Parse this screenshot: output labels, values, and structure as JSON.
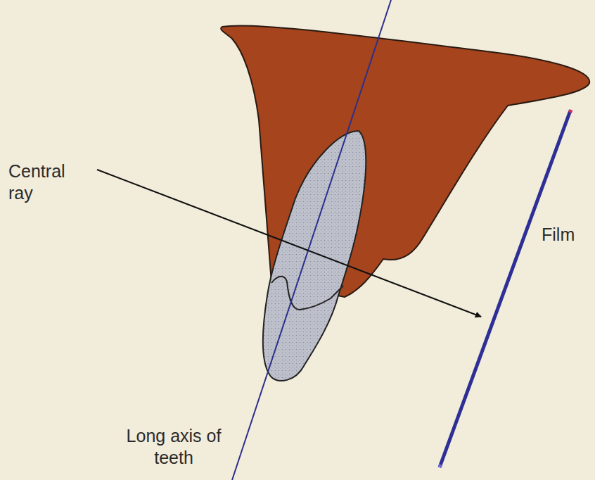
{
  "diagram": {
    "labels": [
      "Central ray",
      "Film",
      "Long axis of teeth"
    ]
  }
}
